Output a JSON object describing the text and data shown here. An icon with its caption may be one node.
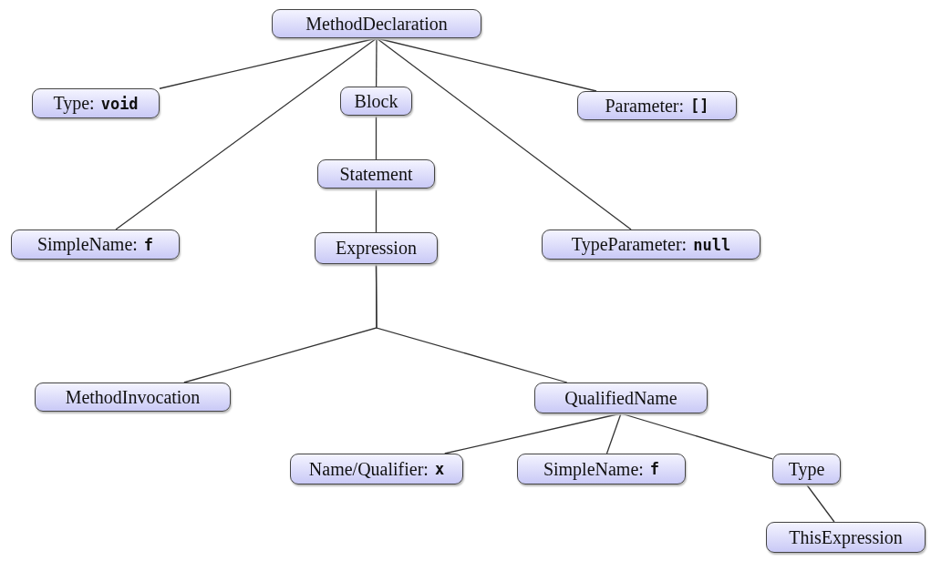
{
  "diagram": {
    "nodes": [
      {
        "text": [
          "MethodDeclaration"
        ]
      },
      {
        "text": [
          "Type:",
          "void"
        ]
      },
      {
        "text": [
          "Block"
        ]
      },
      {
        "text": [
          "Parameter:",
          "[]"
        ]
      },
      {
        "text": [
          "Statement"
        ]
      },
      {
        "text": [
          "SimpleName:",
          "f"
        ]
      },
      {
        "text": [
          "Expression"
        ]
      },
      {
        "text": [
          "TypeParameter:",
          "null"
        ]
      },
      {
        "text": [
          "MethodInvocation"
        ]
      },
      {
        "text": [
          "QualifiedName"
        ]
      },
      {
        "text": [
          "Name/Qualifier:",
          "x"
        ]
      },
      {
        "text": [
          "SimpleName:",
          "f"
        ]
      },
      {
        "text": [
          "Type"
        ]
      },
      {
        "text": [
          "ThisExpression"
        ]
      }
    ],
    "edges": [
      {
        "from": 0,
        "to": 1,
        "arrow": "none"
      },
      {
        "from": 0,
        "to": 2,
        "arrow": "none"
      },
      {
        "from": 0,
        "to": 3,
        "arrow": "none"
      },
      {
        "from": 0,
        "to": 5,
        "arrow": "none"
      },
      {
        "from": 0,
        "to": 7,
        "arrow": "none"
      },
      {
        "from": 2,
        "to": 4,
        "arrow": "none"
      },
      {
        "from": 4,
        "to": 6,
        "arrow": "none"
      },
      {
        "from": 6,
        "to": 8,
        "arrow": "none"
      },
      {
        "from": 6,
        "to": 9,
        "arrow": "none"
      },
      {
        "from": 9,
        "to": 10,
        "arrow": "none"
      },
      {
        "from": 9,
        "to": 11,
        "arrow": "none"
      },
      {
        "from": 9,
        "to": 12,
        "arrow": "none"
      },
      {
        "from": 12,
        "to": 13,
        "arrow": "none"
      }
    ]
  }
}
